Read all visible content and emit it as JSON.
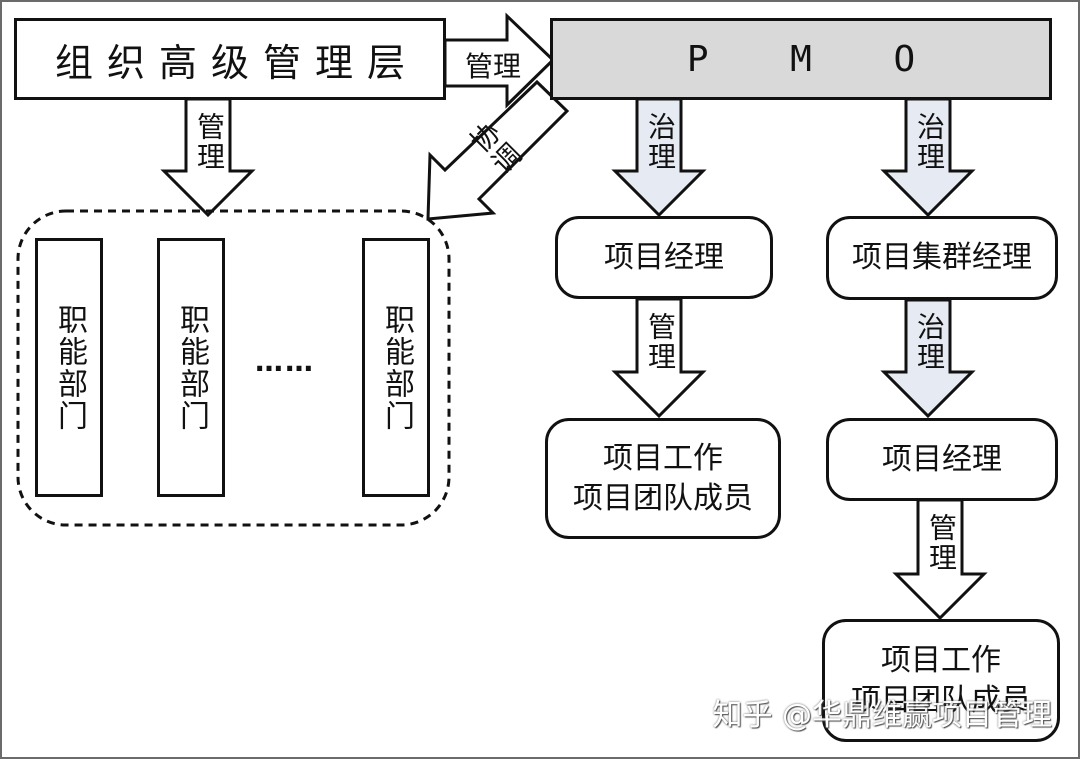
{
  "diagram": {
    "colors": {
      "pmo_fill": "#d9d9d9",
      "governance_arrow_fill": "#e6eaf2",
      "manage_arrow_fill": "#ffffff",
      "stroke": "#111111"
    },
    "top_management": {
      "label": "组织高级管理层"
    },
    "pmo": {
      "label": "P M O"
    },
    "functional_departments": {
      "items": [
        {
          "label": "职能部门"
        },
        {
          "label": "职能部门"
        },
        {
          "label": "职能部门"
        }
      ],
      "ellipsis": "……"
    },
    "left_branch": {
      "project_manager": {
        "label": "项目经理"
      },
      "project_work": {
        "line1": "项目工作",
        "line2": "项目团队成员"
      }
    },
    "right_branch": {
      "cluster_manager": {
        "label": "项目集群经理"
      },
      "project_manager": {
        "label": "项目经理"
      },
      "project_work": {
        "line1": "项目工作",
        "line2": "项目团队成员"
      }
    },
    "arrows": {
      "top_to_pmo": "管理",
      "top_to_departments": "管理",
      "pmo_to_departments": "协调",
      "pmo_to_pm": "治理",
      "pmo_to_cluster": "治理",
      "pm_to_work": "管理",
      "cluster_to_pm": "治理",
      "pm2_to_work": "管理"
    },
    "watermark": "知乎 @华鼎维赢项目管理"
  }
}
